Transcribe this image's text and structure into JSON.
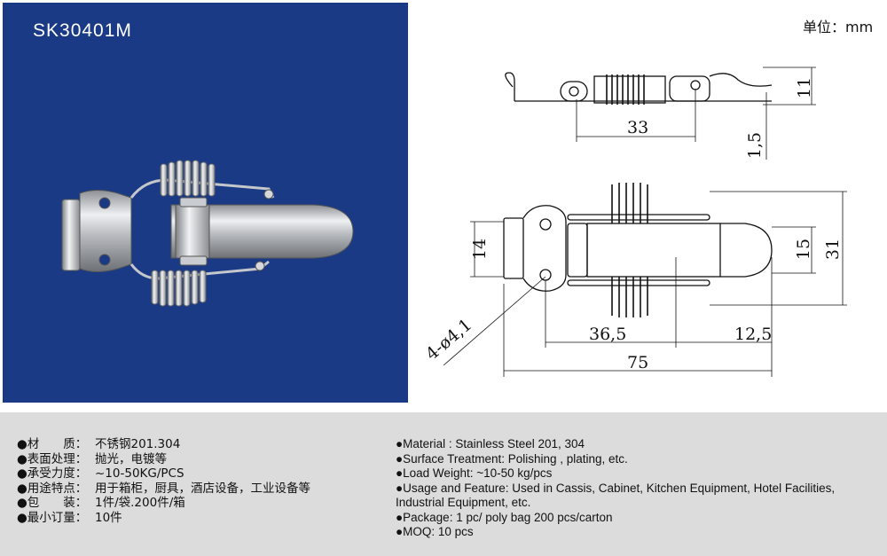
{
  "header": {
    "model": "SK30401M",
    "unit": "单位：mm"
  },
  "drawing": {
    "dimensions": {
      "side_length": "33",
      "side_height": "11",
      "side_thickness": "1,5",
      "left_width": "14",
      "hook_width": "15",
      "total_height": "31",
      "hole": "4-ø4,1",
      "hole_spacing": "36,5",
      "hook_length": "12,5",
      "total_length": "75"
    }
  },
  "spec": {
    "cn": [
      {
        "label": "●材　　质：",
        "value": "不锈钢201.304"
      },
      {
        "label": "●表面处理：",
        "value": "抛光，电镀等"
      },
      {
        "label": "●承受力度：",
        "value": "~10-50KG/PCS"
      },
      {
        "label": "●用途特点：",
        "value": "用于箱柜，厨具，酒店设备，工业设备等"
      },
      {
        "label": "●包　　装：",
        "value": "1件/袋.200件/箱"
      },
      {
        "label": "●最小订量：",
        "value": "10件"
      }
    ],
    "en": [
      "●Material : Stainless Steel 201, 304",
      "●Surface Treatment: Polishing , plating, etc.",
      "●Load Weight: ~10-50 kg/pcs",
      "●Usage and Feature: Used in Cassis, Cabinet, Kitchen Equipment, Hotel Facilities, Industrial Equipment, etc.",
      "●Package: 1 pc/ poly bag  200 pcs/carton",
      "●MOQ: 10 pcs"
    ]
  }
}
